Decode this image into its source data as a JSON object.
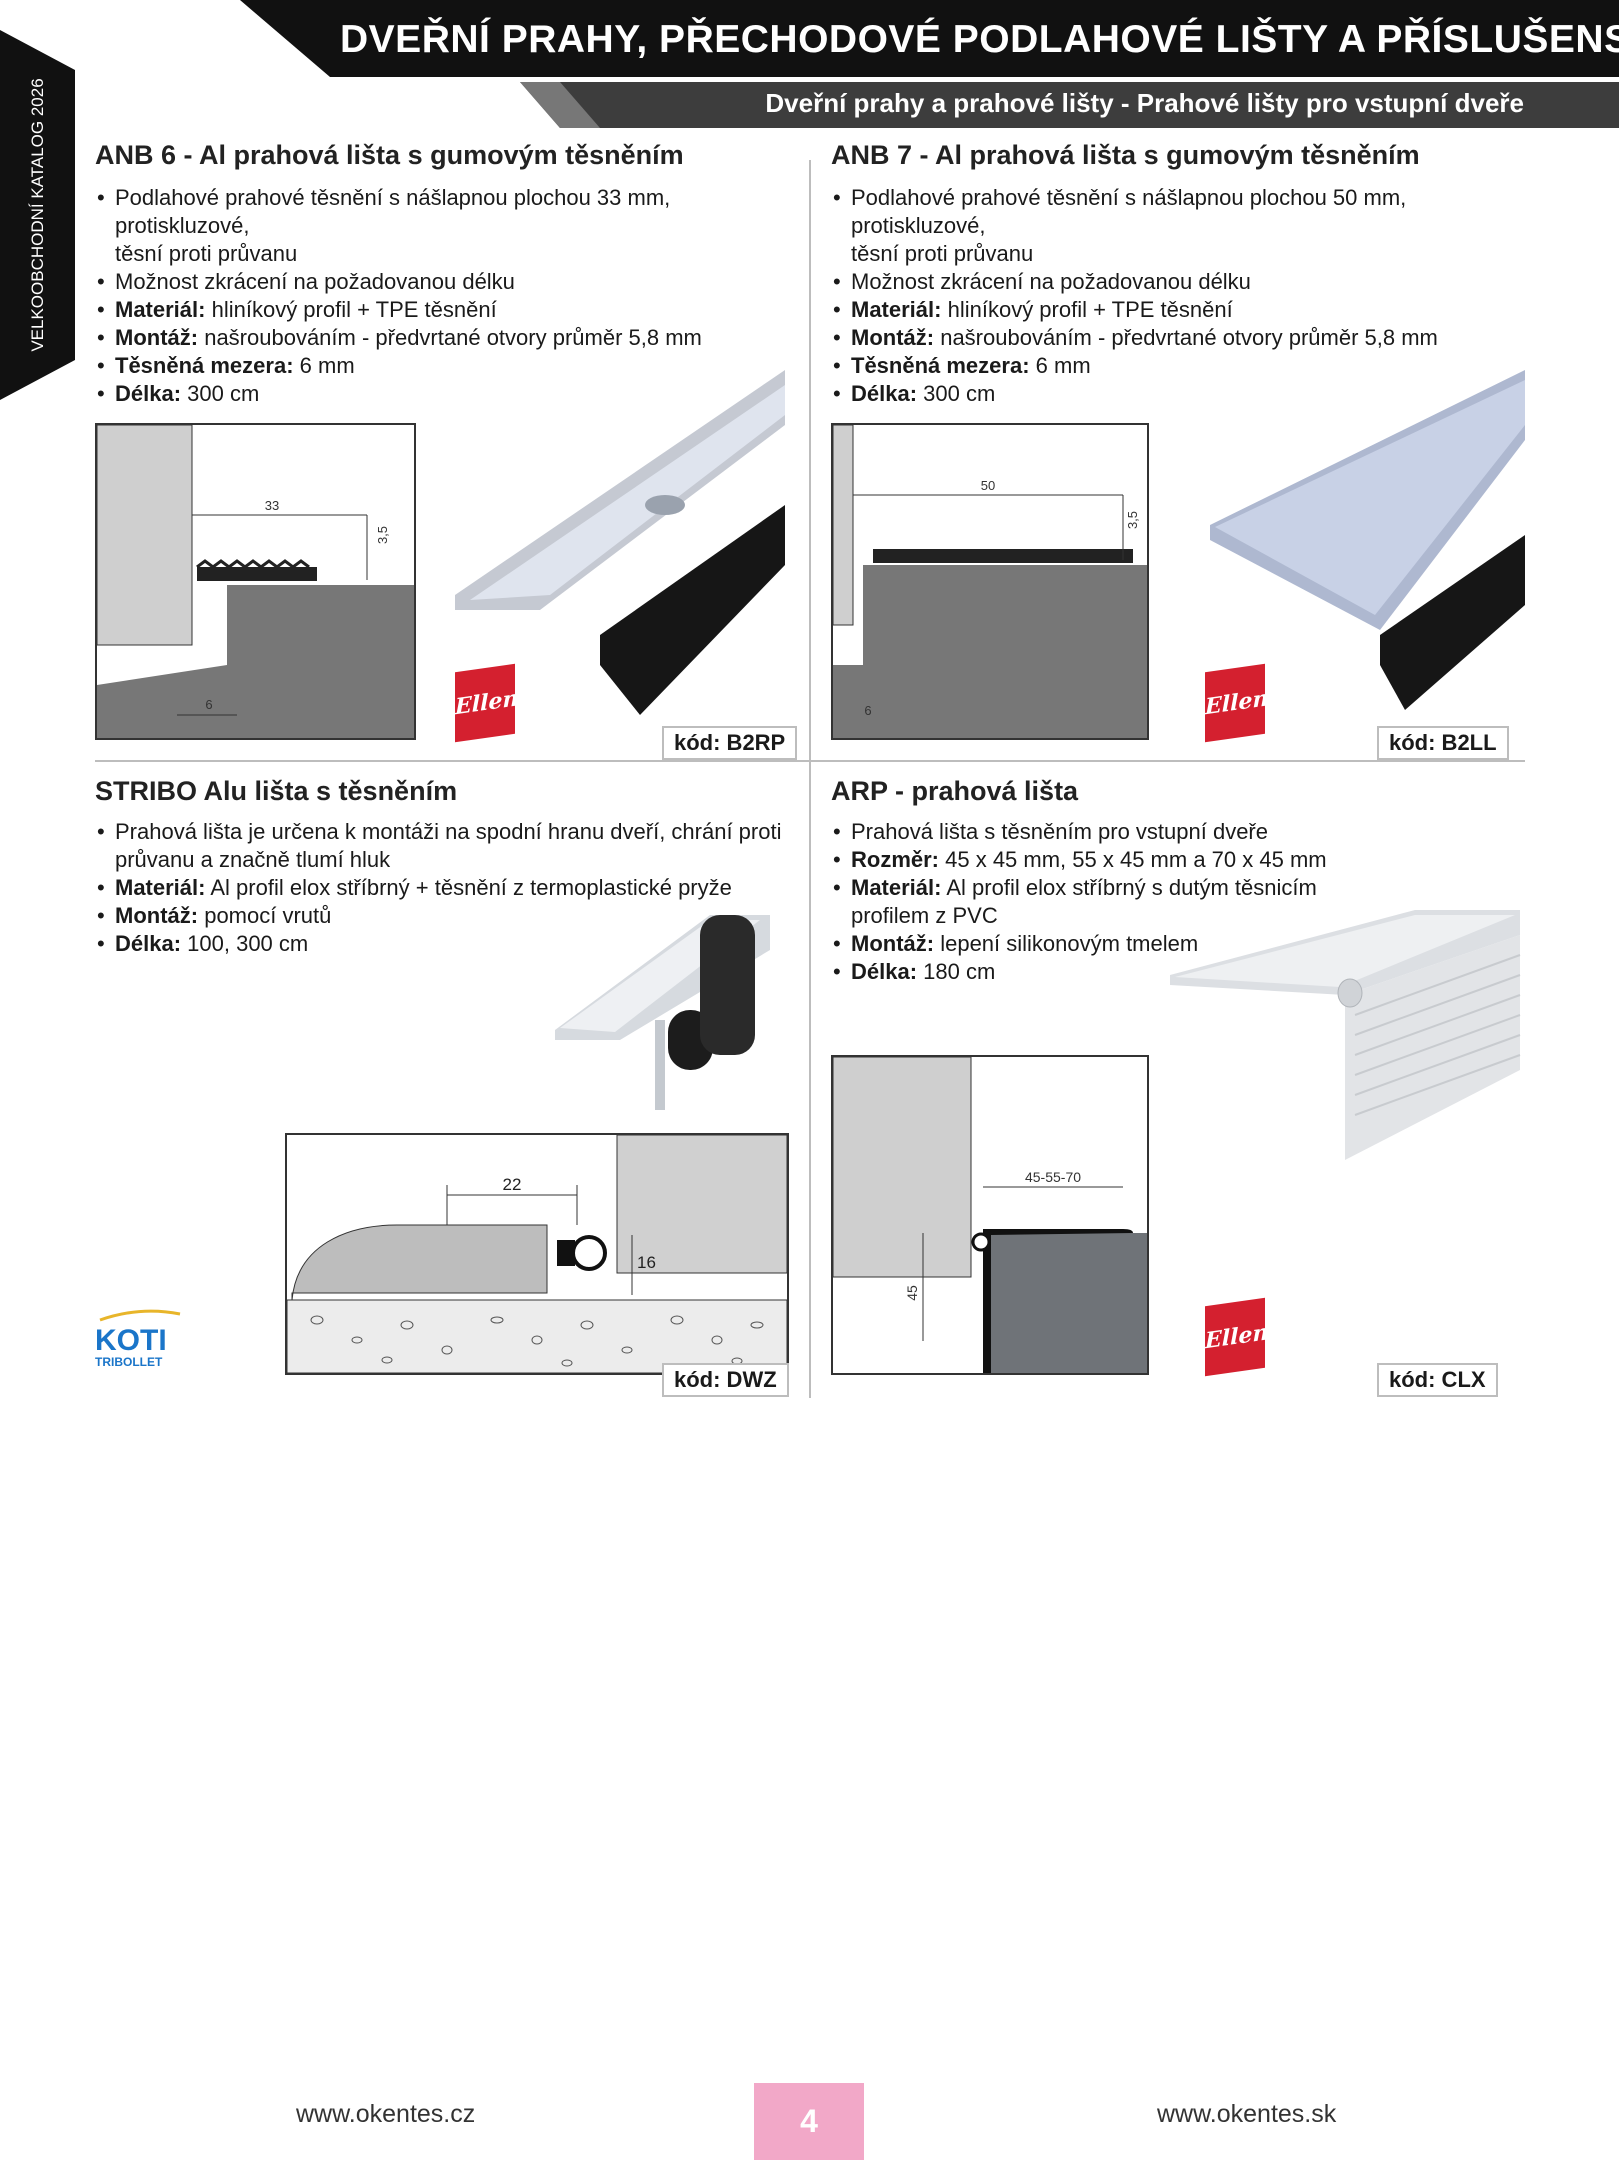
{
  "header": {
    "title": "DVEŘNÍ PRAHY, PŘECHODOVÉ PODLAHOVÉ LIŠTY A PŘÍSLUŠENSTVÍ",
    "subtitle": "Dveřní prahy a prahové lišty - Prahové lišty pro vstupní dveře",
    "side_label": "VELKOOBCHODNÍ KATALOG 2026"
  },
  "products": [
    {
      "title": "ANB 6 - Al prahová lišta s gumovým těsněním",
      "items": [
        {
          "label": "",
          "text": "Podlahové prahové těsnění s nášlapnou plochou 33 mm, protiskluzové,"
        },
        {
          "label": "",
          "text": "Možnost zkrácení na požadovanou délku"
        },
        {
          "label": "Materiál:",
          "text": " hliníkový profil + TPE těsnění"
        },
        {
          "label": "Montáž:",
          "text": " našroubováním - předvrtané otvory průměr 5,8 mm"
        },
        {
          "label": "Těsněná mezera:",
          "text": " 6 mm"
        },
        {
          "label": "Délka:",
          "text": " 300 cm"
        }
      ],
      "item0_cont": "těsní proti průvanu",
      "dims": {
        "width": "33",
        "height": "3,5",
        "gap": "6"
      },
      "brand": "Ellen",
      "code": "kód: B2RP"
    },
    {
      "title": "ANB 7 - Al prahová lišta s gumovým těsněním",
      "items": [
        {
          "label": "",
          "text": "Podlahové prahové těsnění s nášlapnou plochou 50 mm, protiskluzové,"
        },
        {
          "label": "",
          "text": "Možnost zkrácení na požadovanou délku"
        },
        {
          "label": "Materiál:",
          "text": " hliníkový profil + TPE těsnění"
        },
        {
          "label": "Montáž:",
          "text": " našroubováním - předvrtané otvory průměr 5,8 mm"
        },
        {
          "label": "Těsněná mezera:",
          "text": " 6 mm"
        },
        {
          "label": "Délka:",
          "text": " 300 cm"
        }
      ],
      "item0_cont": "těsní proti průvanu",
      "dims": {
        "width": "50",
        "height": "3,5",
        "gap": "6"
      },
      "brand": "Ellen",
      "code": "kód: B2LL"
    },
    {
      "title": "STRIBO Alu lišta s těsněním",
      "items": [
        {
          "label": "",
          "text": "Prahová lišta je určena k montáži na spodní hranu dveří, chrání proti"
        },
        {
          "label": "Materiál:",
          "text": " Al profil elox stříbrný + těsnění z termoplastické pryže"
        },
        {
          "label": "Montáž:",
          "text": " pomocí vrutů"
        },
        {
          "label": "Délka:",
          "text": " 100, 300 cm"
        }
      ],
      "item0_cont": "průvanu a značně tlumí hluk",
      "dims": {
        "width": "22",
        "height": "16"
      },
      "brand": "KOTI",
      "brand_sub": "TRIBOLLET",
      "code": "kód: DWZ"
    },
    {
      "title": "ARP - prahová lišta",
      "items": [
        {
          "label": "",
          "text": "Prahová lišta s těsněním pro vstupní dveře"
        },
        {
          "label": "Rozměr:",
          "text": " 45 x 45 mm, 55 x 45 mm a 70 x 45 mm"
        },
        {
          "label": "Materiál:",
          "text": " Al profil elox stříbrný s dutým těsnicím"
        },
        {
          "label": "Montáž:",
          "text": " lepení silikonovým tmelem"
        },
        {
          "label": "Délka:",
          "text": " 180 cm"
        }
      ],
      "item2_cont": "profilem z PVC",
      "dims": {
        "width": "45-55-70",
        "height": "45"
      },
      "brand": "Ellen",
      "code": "kód: CLX"
    }
  ],
  "footer": {
    "url_left": "www.okentes.cz",
    "page": "4",
    "url_right": "www.okentes.sk"
  }
}
